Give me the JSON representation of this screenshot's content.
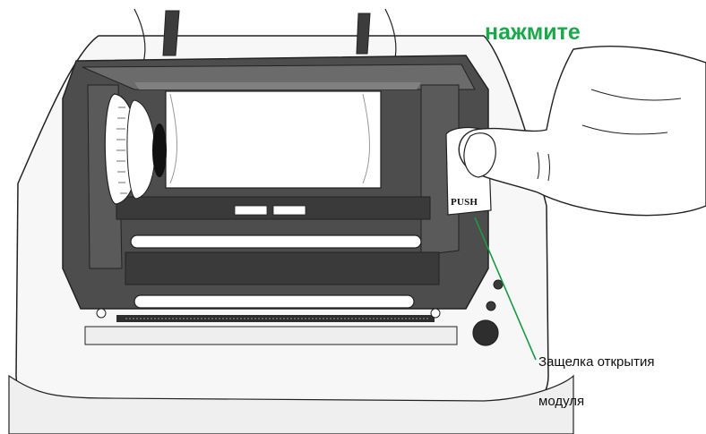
{
  "callout_top": "нажмите",
  "push_label": "PUSH",
  "callout_bottom": {
    "line1": "Защелка открытия",
    "line2": "модуля"
  },
  "colors": {
    "accent": "#1aa84b",
    "leader_line": "#1a9a45",
    "mechanism": "#4a4a4a",
    "mechanism_light": "#6c6c6c",
    "outline": "#222222"
  }
}
